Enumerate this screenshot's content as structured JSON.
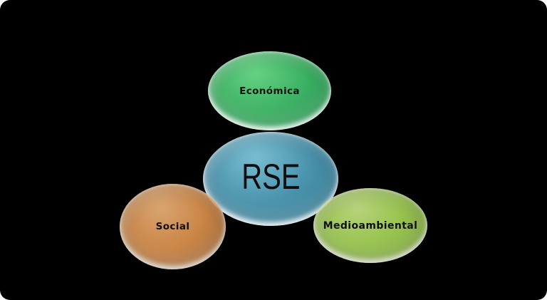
{
  "page": {
    "background": "#ffffff",
    "canvas_background": "#000000"
  },
  "diagram": {
    "type": "radial-venn",
    "topic": "RSE dimensions",
    "nodes": [
      {
        "id": "economica",
        "label": "Económica",
        "role": "top-node",
        "fill": {
          "light": "#66d284",
          "base": "#3db264",
          "dark": "#1e8f4e"
        },
        "text_color": "#111111"
      },
      {
        "id": "rse",
        "label": "RSE",
        "role": "center-node",
        "fill": {
          "light": "#79bdd1",
          "base": "#4a93ad",
          "dark": "#2e758f"
        },
        "text_color": "#0d0d0d"
      },
      {
        "id": "social",
        "label": "Social",
        "role": "bottom-left-node",
        "fill": {
          "light": "#f0b87f",
          "base": "#e2954f",
          "dark": "#b06f33"
        },
        "text_color": "#111111"
      },
      {
        "id": "medioambiental",
        "label": "Medioambiental",
        "role": "bottom-right-node",
        "fill": {
          "light": "#cdeb8a",
          "base": "#a8d957",
          "dark": "#86b23a"
        },
        "text_color": "#111111"
      }
    ]
  }
}
